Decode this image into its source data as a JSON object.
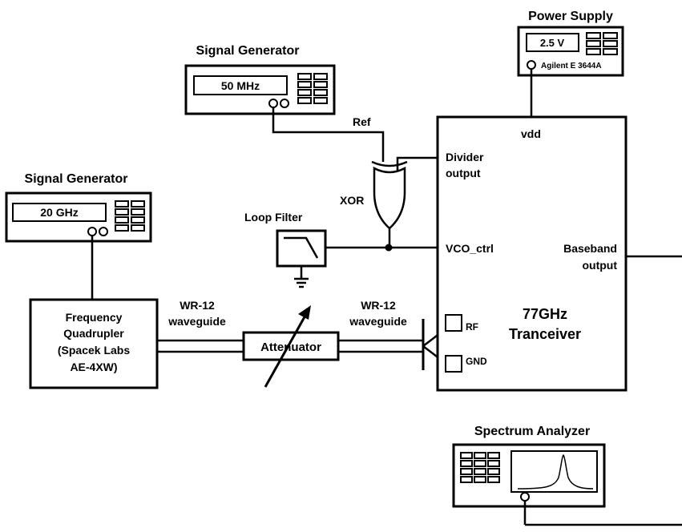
{
  "power_supply": {
    "title": "Power Supply",
    "display": "2.5 V",
    "model": "Agilent E 3644A"
  },
  "signal_generator_top": {
    "title": "Signal Generator",
    "display": "50 MHz"
  },
  "signal_generator_left": {
    "title": "Signal Generator",
    "display": "20 GHz"
  },
  "frequency_quadrupler": {
    "line1": "Frequency",
    "line2": "Quadrupler",
    "line3": "(Spacek Labs",
    "line4": "AE-4XW)"
  },
  "waveguide_left": {
    "line1": "WR-12",
    "line2": "waveguide"
  },
  "waveguide_right": {
    "line1": "WR-12",
    "line2": "waveguide"
  },
  "attenuator": {
    "label": "Attenuator"
  },
  "loop_filter": {
    "label": "Loop Filter"
  },
  "xor": {
    "label": "XOR"
  },
  "ref": {
    "label": "Ref"
  },
  "transceiver": {
    "vdd": "vdd",
    "divider_output_line1": "Divider",
    "divider_output_line2": "output",
    "vco_ctrl": "VCO_ctrl",
    "baseband_line1": "Baseband",
    "baseband_line2": "output",
    "title_line1": "77GHz",
    "title_line2": "Tranceiver",
    "rf_pad": "RF",
    "gnd_pad": "GND"
  },
  "spectrum_analyzer": {
    "title": "Spectrum Analyzer"
  }
}
